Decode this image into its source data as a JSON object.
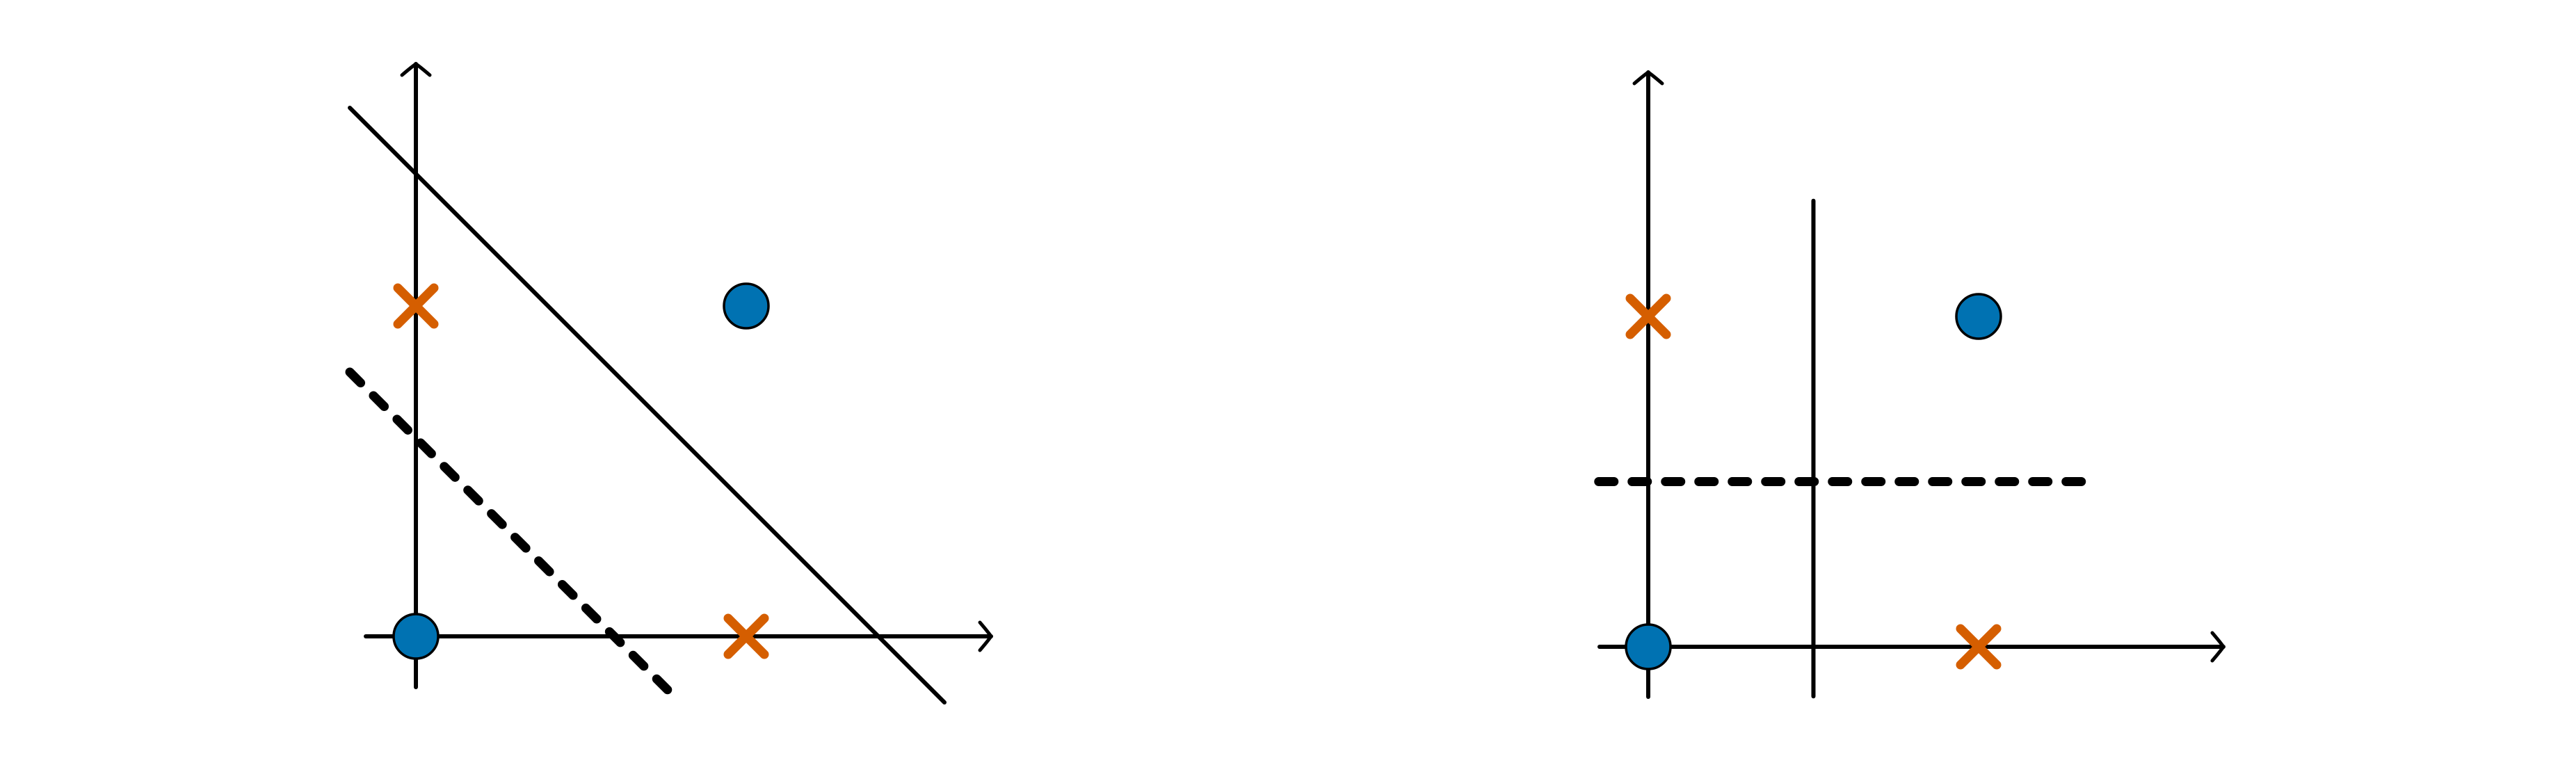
{
  "colors": {
    "axis": "#000000",
    "circle_fill": "#0072B2",
    "circle_stroke": "#000000",
    "cross": "#D55E00",
    "background": "#FFFFFF"
  },
  "panels": [
    {
      "name": "left",
      "circles": [
        [
          0,
          0
        ],
        [
          1,
          1
        ]
      ],
      "crosses": [
        [
          0,
          1
        ],
        [
          1,
          0
        ]
      ],
      "lines": [
        {
          "style": "solid",
          "from": [
            -0.2,
            1.6
          ],
          "to": [
            1.6,
            -0.2
          ]
        },
        {
          "style": "dashed",
          "from": [
            -0.2,
            0.8
          ],
          "to": [
            0.8,
            -0.2
          ]
        }
      ]
    },
    {
      "name": "right",
      "circles": [
        [
          0,
          0
        ],
        [
          1,
          1
        ]
      ],
      "crosses": [
        [
          0,
          1
        ],
        [
          1,
          0
        ]
      ],
      "lines": [
        {
          "style": "solid",
          "from": [
            0.5,
            -0.15
          ],
          "to": [
            0.5,
            1.35
          ]
        },
        {
          "style": "dashed",
          "from": [
            -0.15,
            0.5
          ],
          "to": [
            1.35,
            0.5
          ]
        }
      ]
    }
  ]
}
